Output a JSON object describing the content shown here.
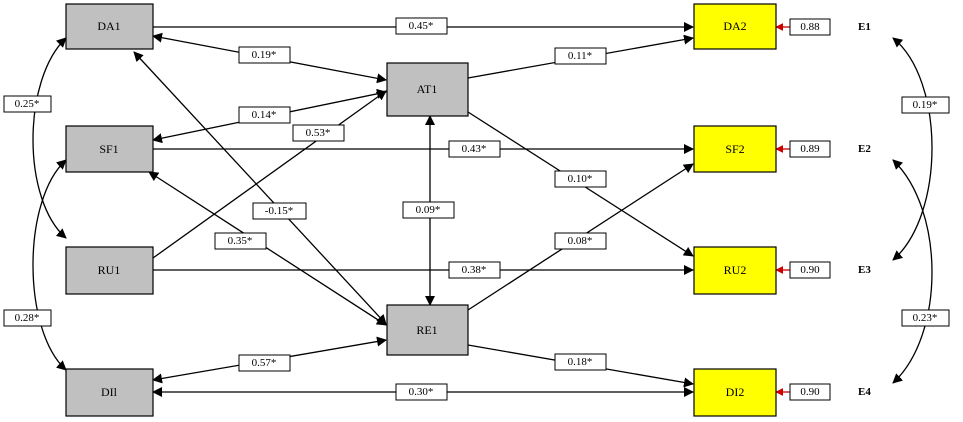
{
  "colors": {
    "predictor_fill": "#c0c0c0",
    "outcome_fill": "#ffff00",
    "line": "#000000",
    "residual_arrow": "#cc0000"
  },
  "nodes": {
    "DA1": "DA1",
    "SF1": "SF1",
    "RU1": "RU1",
    "DI1": "DIl",
    "AT1": "AT1",
    "RE1": "RE1",
    "DA2": "DA2",
    "SF2": "SF2",
    "RU2": "RU2",
    "DI2": "DI2"
  },
  "errors": {
    "E1": {
      "name": "E1",
      "value": "0.88"
    },
    "E2": {
      "name": "E2",
      "value": "0.89"
    },
    "E3": {
      "name": "E3",
      "value": "0.90"
    },
    "E4": {
      "name": "E4",
      "value": "0.90"
    }
  },
  "paths": {
    "DA1_DA2": "0.45*",
    "DA1_AT1": "0.19*",
    "SF1_AT1": "0.14*",
    "RU1_AT1": "0.53*",
    "SF1_SF2": "0.43*",
    "AT1_DA2": "0.11*",
    "AT1_RU2": "0.10*",
    "AT1_RE1": "0.09*",
    "DA1_RE1": "-0.15*",
    "SF1_RE1": "0.35*",
    "RE1_SF2": "0.08*",
    "RU1_RU2": "0.38*",
    "DI1_RE1": "0.57*",
    "RE1_DI2": "0.18*",
    "DI1_DI2": "0.30*",
    "DA1_RU1": "0.25*",
    "SF1_DI1": "0.28*",
    "E1_E3": "0.19*",
    "E2_E4": "0.23*"
  }
}
